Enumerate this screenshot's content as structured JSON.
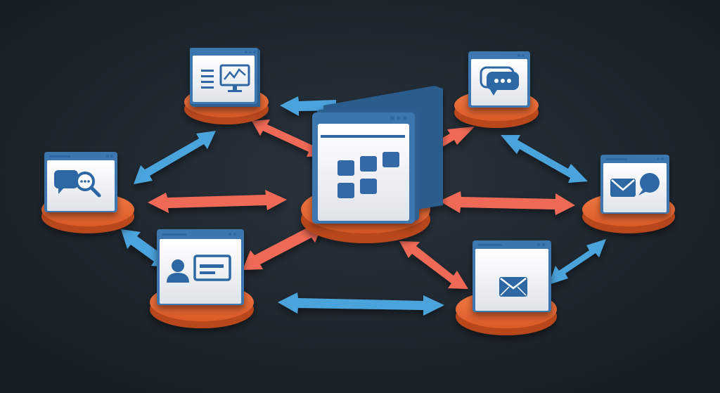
{
  "diagram": {
    "hub": {
      "name": "central-app",
      "icon": "app-grid-icon"
    },
    "nodes": [
      {
        "id": "analytics",
        "icon": "monitor-chart-icon"
      },
      {
        "id": "chat",
        "icon": "chat-bubble-icon"
      },
      {
        "id": "search",
        "icon": "chat-search-icon"
      },
      {
        "id": "message",
        "icon": "envelope-bubble-icon"
      },
      {
        "id": "profile",
        "icon": "user-card-icon"
      },
      {
        "id": "email",
        "icon": "envelope-icon"
      }
    ],
    "links": [
      {
        "from": "hub",
        "to": "analytics",
        "kind": "primary"
      },
      {
        "from": "hub",
        "to": "chat",
        "kind": "primary"
      },
      {
        "from": "hub",
        "to": "search",
        "kind": "primary"
      },
      {
        "from": "hub",
        "to": "message",
        "kind": "primary"
      },
      {
        "from": "hub",
        "to": "profile",
        "kind": "primary"
      },
      {
        "from": "hub",
        "to": "email",
        "kind": "primary"
      },
      {
        "from": "analytics",
        "to": "search",
        "kind": "secondary"
      },
      {
        "from": "hub",
        "to": "analytics",
        "kind": "secondary-top"
      },
      {
        "from": "chat",
        "to": "message",
        "kind": "secondary"
      },
      {
        "from": "search",
        "to": "profile",
        "kind": "secondary"
      },
      {
        "from": "profile",
        "to": "email",
        "kind": "secondary"
      },
      {
        "from": "email",
        "to": "message",
        "kind": "secondary"
      }
    ]
  },
  "colors": {
    "background": "#1f2730",
    "platform": "#e0622f",
    "platform_side": "#b8461c",
    "primary_arrow": "#ef6b56",
    "secondary_arrow": "#4ba3dc",
    "card_frame": "#3d77b0",
    "card_face": "#f1f3f6",
    "icon": "#2f67a4"
  }
}
